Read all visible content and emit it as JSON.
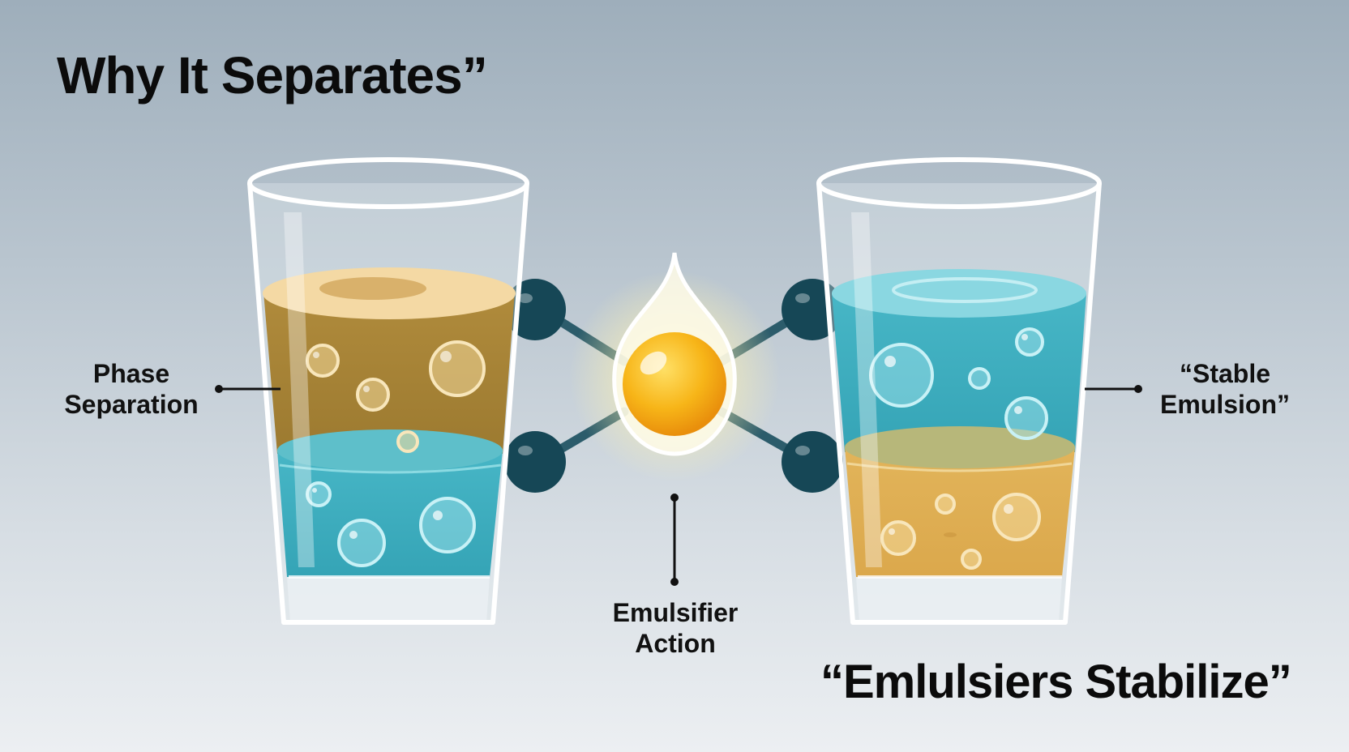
{
  "title": "Why It Separates”",
  "bottom_caption": "“Emlulsiers Stabilize”",
  "labels": {
    "phase_separation": [
      "Phase",
      "Separation"
    ],
    "stable_emulsion": [
      "“Stable",
      "Emulsion”"
    ],
    "emulsifier_action": [
      "Emulsifier",
      "Action"
    ]
  },
  "colors": {
    "oil": "#a8843a",
    "oil_light": "#e8c072",
    "water": "#3eb2c4",
    "water_light": "#84d6e2",
    "molecule_node": "#164756",
    "emulsifier_core": "#f7b518",
    "glass_outline": "#ffffff",
    "text": "#0b0b0b"
  },
  "icons": {
    "left_glass": "glass-separated-layers-icon",
    "right_glass": "glass-stable-emulsion-icon",
    "emulsifier": "emulsifier-droplet-icon"
  }
}
